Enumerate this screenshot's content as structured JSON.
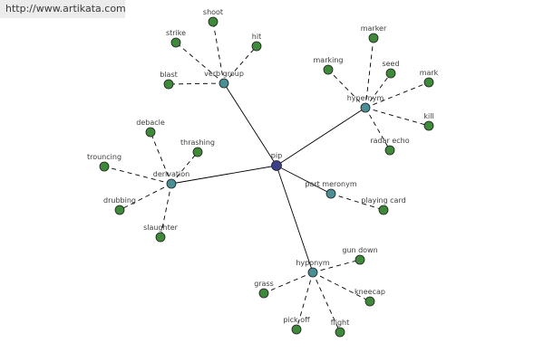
{
  "watermark": "http://www.artikata.com",
  "colors": {
    "center_node": "#3a3f8a",
    "relation_node": "#4a8e96",
    "leaf_node": "#3f8a3a",
    "node_stroke": "#1f1f1f",
    "edge": "#000000"
  },
  "graph": {
    "center": {
      "id": "pip",
      "label": "pip"
    },
    "relations": [
      {
        "id": "verb-group",
        "label": "verb group",
        "leaves": [
          "shoot",
          "strike",
          "hit",
          "blast"
        ]
      },
      {
        "id": "hypernym",
        "label": "hypernym",
        "leaves": [
          "marker",
          "marking",
          "seed",
          "mark",
          "kill",
          "radar echo"
        ]
      },
      {
        "id": "derivation",
        "label": "derivation",
        "leaves": [
          "debacle",
          "thrashing",
          "trouncing",
          "drubbing",
          "slaughter"
        ]
      },
      {
        "id": "part-meronym",
        "label": "part meronym",
        "leaves": [
          "playing card"
        ]
      },
      {
        "id": "hyponym",
        "label": "hyponym",
        "leaves": [
          "gun down",
          "grass",
          "kneecap",
          "pick off",
          "flight"
        ]
      }
    ]
  }
}
